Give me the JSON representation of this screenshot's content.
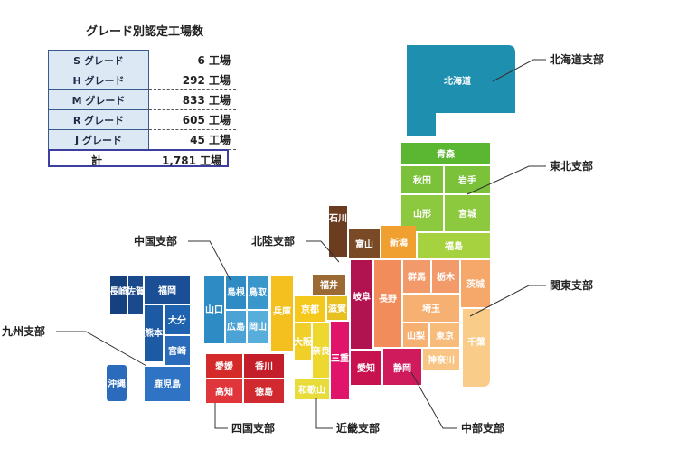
{
  "table": {
    "title": "グレード別認定工場数",
    "rows": [
      {
        "grade": "S グレード",
        "count": "6 工場"
      },
      {
        "grade": "H グレード",
        "count": "292 工場"
      },
      {
        "grade": "M グレード",
        "count": "833 工場"
      },
      {
        "grade": "R グレード",
        "count": "605 工場"
      },
      {
        "grade": "J グレード",
        "count": "45 工場"
      }
    ],
    "total_label": "計",
    "total_value": "1,781 工場"
  },
  "branches": {
    "hokkaido": "北海道支部",
    "tohoku": "東北支部",
    "kanto": "関東支部",
    "chubu": "中部支部",
    "kinki": "近畿支部",
    "shikoku": "四国支部",
    "kyushu": "九州支部",
    "chugoku": "中国支部",
    "hokuriku": "北陸支部"
  },
  "prefectures": {
    "hokkaido": "北海道",
    "aomori": "青森",
    "akita": "秋田",
    "iwate": "岩手",
    "yamagata": "山形",
    "miyagi": "宮城",
    "fukushima": "福島",
    "ishikawa": "石川",
    "toyama": "富山",
    "niigata": "新潟",
    "fukui": "福井",
    "gunma": "群馬",
    "tochigi": "栃木",
    "ibaraki": "茨城",
    "saitama": "埼玉",
    "yamanashi": "山梨",
    "tokyo": "東京",
    "kanagawa": "神奈川",
    "chiba": "千葉",
    "nagano": "長野",
    "gifu": "岐阜",
    "aichi": "愛知",
    "shizuoka": "静岡",
    "mie": "三重",
    "kyoto": "京都",
    "shiga": "滋賀",
    "osaka": "大阪",
    "nara": "奈良",
    "wakayama": "和歌山",
    "hyogo": "兵庫",
    "shimane": "島根",
    "tottori": "鳥取",
    "hiroshima": "広島",
    "okayama": "岡山",
    "yamaguchi": "山口",
    "ehime": "愛媛",
    "kagawa": "香川",
    "kochi": "高知",
    "tokushima": "徳島",
    "nagasaki": "長崎",
    "saga": "佐賀",
    "fukuoka": "福岡",
    "kumamoto": "熊本",
    "oita": "大分",
    "miyazaki": "宮崎",
    "kagoshima": "鹿児島",
    "okinawa": "沖縄"
  }
}
